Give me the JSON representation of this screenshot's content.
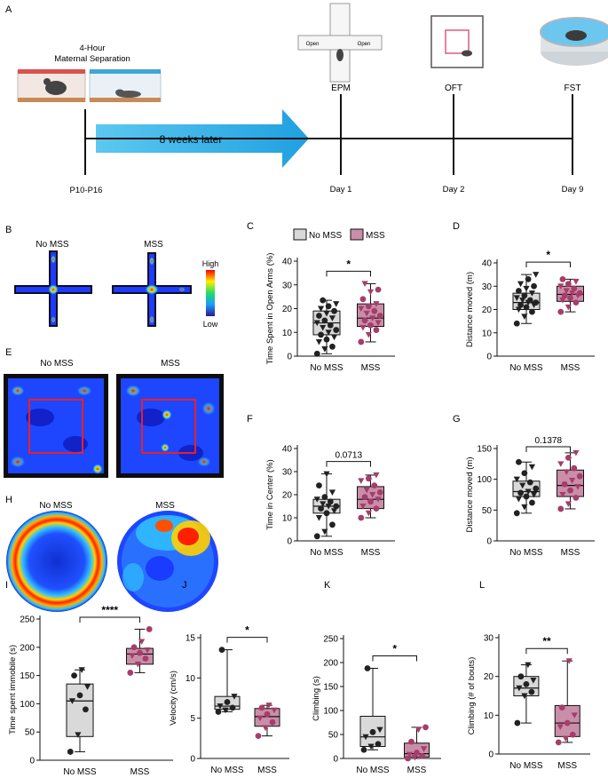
{
  "figure": {
    "panel_labels": {
      "A": "A",
      "B": "B",
      "C": "C",
      "D": "D",
      "E": "E",
      "F": "F",
      "G": "G",
      "H": "H",
      "I": "I",
      "J": "J",
      "K": "K",
      "L": "L"
    },
    "timeline": {
      "separation_label_1": "4-Hour",
      "separation_label_2": "Maternal Separation",
      "arrow_label": "8 weeks later",
      "start_label": "P10-P16",
      "tests": [
        "EPM",
        "OFT",
        "FST"
      ],
      "days": [
        "Day 1",
        "Day 2",
        "Day 9"
      ],
      "maze_arm_labels": [
        "Open",
        "Open"
      ]
    },
    "heatmaps": {
      "b_left": "No MSS",
      "b_right": "MSS",
      "e_left": "No MSS",
      "e_right": "MSS",
      "h_left": "No MSS",
      "h_right": "MSS",
      "scale_high": "High",
      "scale_low": "Low"
    },
    "legend": {
      "no_mss": "No MSS",
      "mss": "MSS"
    },
    "colors": {
      "no_mss_fill": "#d9d9d9",
      "mss_fill": "#c98fa8",
      "mss_point": "#a63d6b",
      "no_mss_point": "#222222",
      "arrow": "#29a8e0",
      "box_red": "#e8202a"
    }
  },
  "chart_data": [
    {
      "id": "C",
      "type": "box",
      "ylabel": "Time Spent in Open Arms (%)",
      "ylim": [
        0,
        40
      ],
      "yticks": [
        0,
        10,
        20,
        30,
        40
      ],
      "categories": [
        "No MSS",
        "MSS"
      ],
      "significance": "*",
      "series": [
        {
          "name": "No MSS",
          "min": 1,
          "q1": 9,
          "median": 14,
          "q3": 19,
          "max": 23.5,
          "values": [
            1,
            3,
            4,
            6,
            7,
            8,
            9,
            10,
            11,
            12,
            13,
            14,
            15,
            16,
            17,
            18,
            19,
            20,
            21,
            22,
            23.5
          ]
        },
        {
          "name": "MSS",
          "min": 6,
          "q1": 12.5,
          "median": 16,
          "q3": 22,
          "max": 30.5,
          "values": [
            6,
            9,
            11,
            12,
            13,
            14,
            15,
            16,
            17,
            18,
            19,
            20,
            21,
            22,
            24,
            27,
            28,
            30.5
          ]
        }
      ]
    },
    {
      "id": "D",
      "type": "box",
      "ylabel": "Distance moved  (m)",
      "ylim": [
        0,
        40
      ],
      "yticks": [
        0,
        10,
        20,
        30,
        40
      ],
      "categories": [
        "No MSS",
        "MSS"
      ],
      "significance": "*",
      "series": [
        {
          "name": "No MSS",
          "min": 14,
          "q1": 20,
          "median": 23,
          "q3": 27,
          "max": 35,
          "values": [
            14,
            17,
            19,
            20,
            21,
            22,
            22,
            23,
            23,
            24,
            24,
            25,
            26,
            27,
            28,
            29,
            30,
            31,
            33,
            35
          ]
        },
        {
          "name": "MSS",
          "min": 19,
          "q1": 23.5,
          "median": 26.5,
          "q3": 30,
          "max": 33,
          "values": [
            19,
            21,
            23,
            24,
            25,
            26,
            26,
            27,
            27,
            28,
            29,
            30,
            31,
            32,
            33
          ]
        }
      ]
    },
    {
      "id": "F",
      "type": "box",
      "ylabel": "Time in Center (%)",
      "ylim": [
        0,
        40
      ],
      "yticks": [
        0,
        10,
        20,
        30,
        40
      ],
      "categories": [
        "No MSS",
        "MSS"
      ],
      "significance": "0.0713",
      "series": [
        {
          "name": "No MSS",
          "min": 2,
          "q1": 12,
          "median": 15,
          "q3": 18,
          "max": 29,
          "values": [
            2,
            4,
            7,
            10,
            12,
            13,
            14,
            15,
            15,
            16,
            17,
            18,
            19,
            21,
            24,
            29
          ]
        },
        {
          "name": "MSS",
          "min": 10,
          "q1": 14,
          "median": 18,
          "q3": 23.5,
          "max": 28.5,
          "values": [
            10,
            12,
            14,
            15,
            17,
            18,
            19,
            20,
            21,
            22,
            24,
            26,
            27,
            28.5
          ]
        }
      ]
    },
    {
      "id": "G",
      "type": "box",
      "ylabel": "Distance moved  (m)",
      "ylim": [
        0,
        150
      ],
      "yticks": [
        0,
        50,
        100,
        150
      ],
      "categories": [
        "No MSS",
        "MSS"
      ],
      "significance": "0.1378",
      "series": [
        {
          "name": "No MSS",
          "min": 45,
          "q1": 72,
          "median": 80,
          "q3": 97,
          "max": 128,
          "values": [
            45,
            55,
            62,
            68,
            72,
            75,
            78,
            80,
            85,
            90,
            95,
            100,
            110,
            120,
            128
          ]
        },
        {
          "name": "MSS",
          "min": 52,
          "q1": 72,
          "median": 90,
          "q3": 115,
          "max": 143,
          "values": [
            52,
            60,
            70,
            75,
            82,
            88,
            92,
            98,
            105,
            112,
            118,
            125,
            135,
            143
          ]
        }
      ]
    },
    {
      "id": "I",
      "type": "box",
      "ylabel": "Time spent immobile (s)",
      "ylim": [
        0,
        250
      ],
      "yticks": [
        0,
        50,
        100,
        150,
        200,
        250
      ],
      "categories": [
        "No MSS",
        "MSS"
      ],
      "significance": "****",
      "series": [
        {
          "name": "No MSS",
          "min": 15,
          "q1": 42,
          "median": 105,
          "q3": 135,
          "max": 160,
          "values": [
            15,
            45,
            90,
            105,
            115,
            130,
            150,
            160
          ]
        },
        {
          "name": "MSS",
          "min": 155,
          "q1": 170,
          "median": 188,
          "q3": 198,
          "max": 232,
          "values": [
            155,
            170,
            180,
            185,
            190,
            195,
            200,
            210,
            232
          ]
        }
      ]
    },
    {
      "id": "J",
      "type": "box",
      "ylabel": "Velocity (cm/s)",
      "ylim": [
        0,
        15
      ],
      "yticks": [
        0,
        5,
        10,
        15
      ],
      "categories": [
        "No MSS",
        "MSS"
      ],
      "significance": "*",
      "series": [
        {
          "name": "No MSS",
          "min": 5.8,
          "q1": 6.1,
          "median": 6.5,
          "q3": 7.7,
          "max": 13.5,
          "values": [
            5.8,
            6.0,
            6.3,
            6.5,
            7.0,
            7.7,
            13.5
          ]
        },
        {
          "name": "MSS",
          "min": 2.8,
          "q1": 4.0,
          "median": 5.2,
          "q3": 6.2,
          "max": 6.6,
          "values": [
            2.8,
            3.8,
            4.5,
            5.0,
            5.5,
            6.0,
            6.3,
            6.6
          ]
        }
      ]
    },
    {
      "id": "K",
      "type": "box",
      "ylabel": "Climbing  (s)",
      "ylim": [
        0,
        250
      ],
      "yticks": [
        0,
        50,
        100,
        150,
        200,
        250
      ],
      "categories": [
        "No MSS",
        "MSS"
      ],
      "significance": "*",
      "series": [
        {
          "name": "No MSS",
          "min": 18,
          "q1": 25,
          "median": 45,
          "q3": 88,
          "max": 188,
          "values": [
            18,
            25,
            30,
            45,
            55,
            60,
            188
          ]
        },
        {
          "name": "MSS",
          "min": 0,
          "q1": 3,
          "median": 10,
          "q3": 32,
          "max": 65,
          "values": [
            0,
            2,
            5,
            8,
            12,
            20,
            35,
            60,
            65
          ]
        }
      ]
    },
    {
      "id": "L",
      "type": "box",
      "ylabel": "Climbing  (# of bouts)",
      "ylim": [
        0,
        30
      ],
      "yticks": [
        0,
        10,
        20,
        30
      ],
      "categories": [
        "No MSS",
        "MSS"
      ],
      "significance": "**",
      "series": [
        {
          "name": "No MSS",
          "min": 8,
          "q1": 15,
          "median": 17,
          "q3": 20,
          "max": 23,
          "values": [
            8,
            15,
            16,
            17,
            18,
            19,
            20,
            23
          ]
        },
        {
          "name": "MSS",
          "min": 3,
          "q1": 4.5,
          "median": 8,
          "q3": 12.5,
          "max": 24,
          "values": [
            3,
            4,
            5,
            7,
            8,
            10,
            12,
            24
          ]
        }
      ]
    }
  ]
}
